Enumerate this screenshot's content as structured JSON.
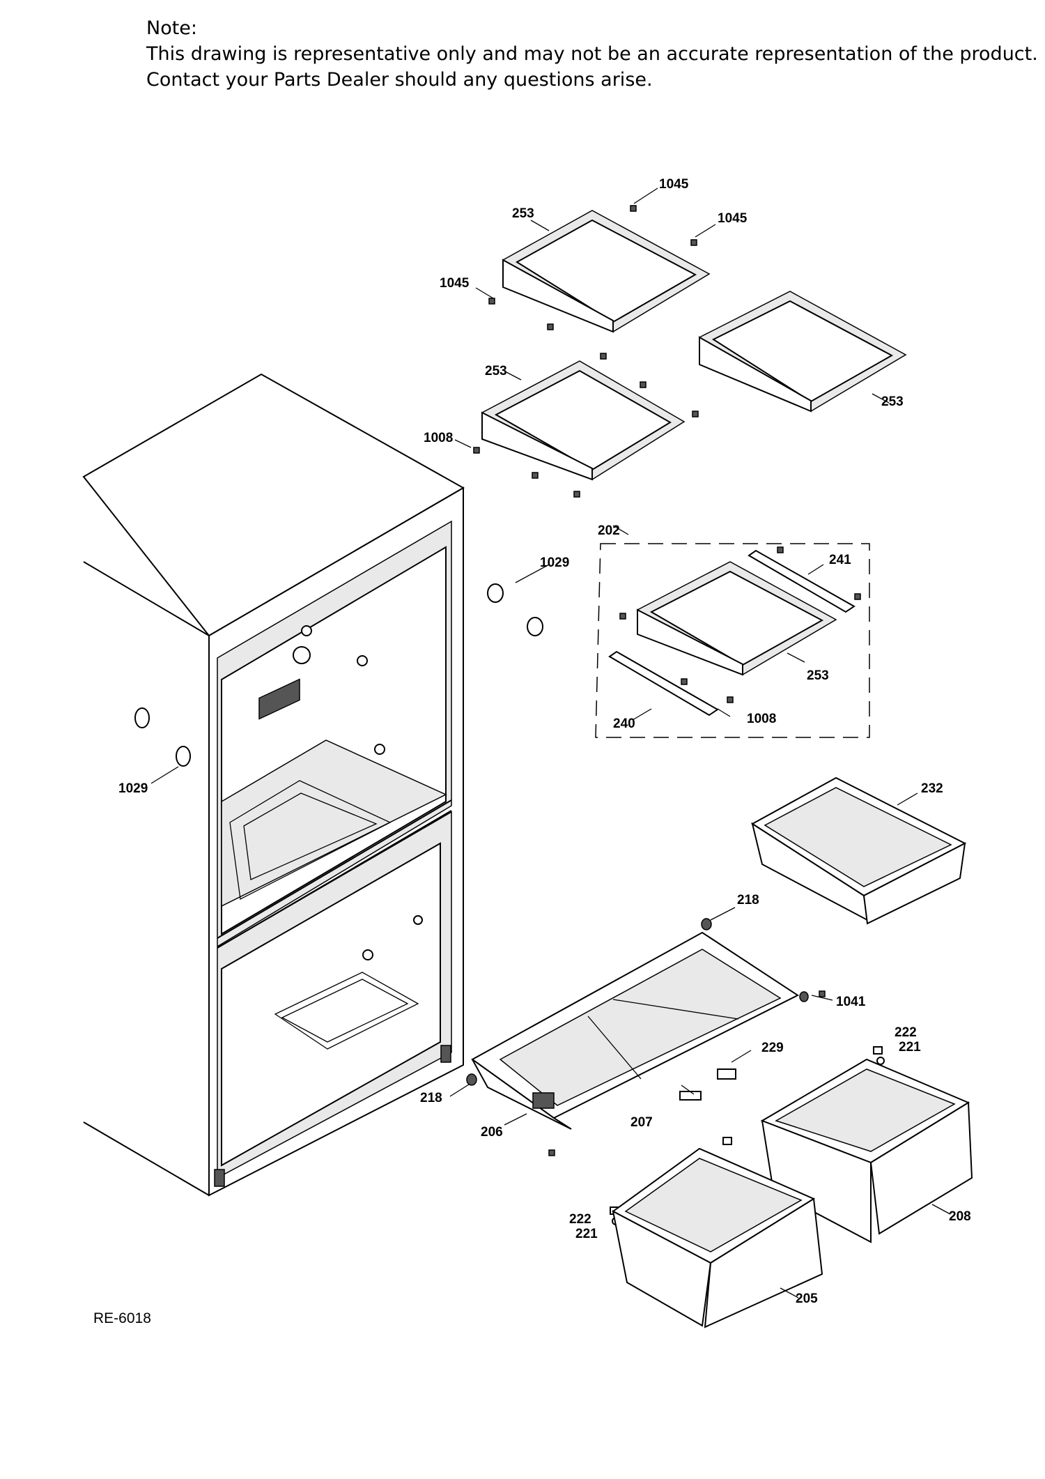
{
  "note": {
    "heading": "Note:",
    "line1": "This drawing is representative only and may not be an accurate representation of the product.",
    "line2": "Contact your Parts Dealer should any questions arise."
  },
  "diagram_code": "RE-6018",
  "callouts": {
    "c1045a": "1045",
    "c1045b": "1045",
    "c1045c": "1045",
    "c253a": "253",
    "c253b": "253",
    "c253c": "253",
    "c253d": "253",
    "c1008a": "1008",
    "c1008b": "1008",
    "c202": "202",
    "c241": "241",
    "c240": "240",
    "c1029a": "1029",
    "c1029b": "1029",
    "c232": "232",
    "c218a": "218",
    "c218b": "218",
    "c1041": "1041",
    "c222a": "222",
    "c221a": "221",
    "c229": "229",
    "c207": "207",
    "c206": "206",
    "c222b": "222",
    "c221b": "221",
    "c208": "208",
    "c205": "205"
  }
}
